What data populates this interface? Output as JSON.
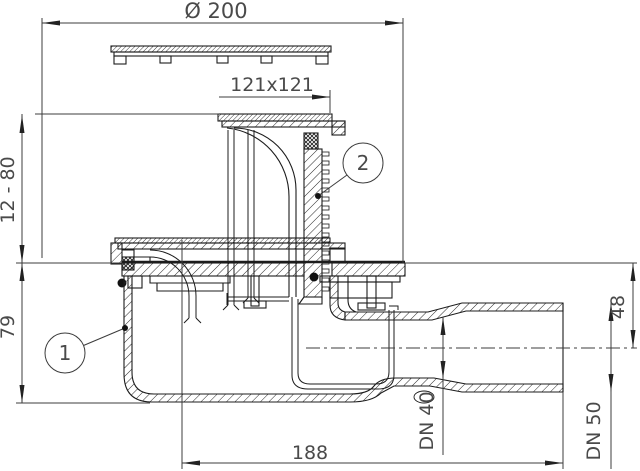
{
  "drawing": {
    "kind": "technical cross-section drawing of an adjustable floor drain with side outlet",
    "background": "#ffffff"
  },
  "dimensions": {
    "flange_diameter": "Ø 200",
    "grate_size": "121x121",
    "adjustment_height": "12 - 80",
    "body_height": "79",
    "outlet_axis_height": "48",
    "outlet_pipe": "DN 40",
    "outlet_socket": "DN 50",
    "overall_length": "188"
  },
  "callouts": {
    "item1": "1",
    "item2": "2"
  },
  "colors": {
    "part_line": "#1c1c1c",
    "dimension_line": "#3c3c3c",
    "text": "#4a4a4a",
    "seal_fill": "#111111"
  }
}
